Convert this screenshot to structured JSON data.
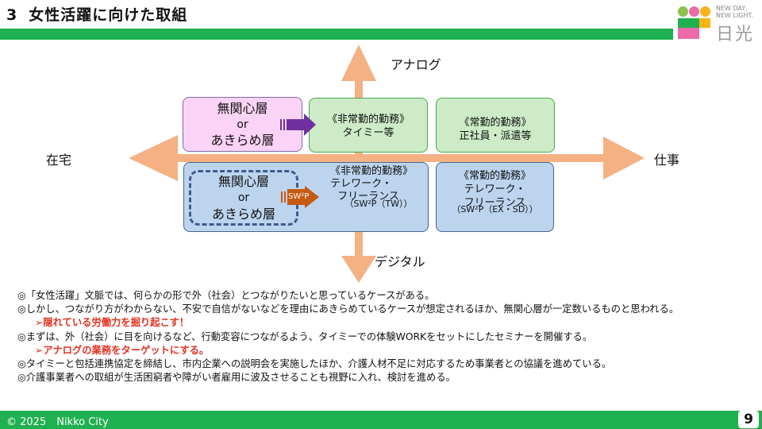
{
  "header": {
    "number": "3",
    "title": "女性活躍に向けた取組"
  },
  "logo": {
    "tagline1": "NEW DAY,",
    "tagline2": "NEW LIGHT.",
    "name": "日光",
    "colors": [
      "#8bc34a",
      "#ec6aa9",
      "#f6b418",
      "#1fb04f",
      "#f6b418",
      "#ec6aa9"
    ]
  },
  "axes": {
    "top": "アナログ",
    "bottom": "デジタル",
    "left": "在宅",
    "right": "仕事",
    "arrow_color": "#f4b183"
  },
  "boxes": {
    "upper_left": {
      "line1": "無関心層",
      "line2": "or",
      "line3": "あきらめ層"
    },
    "upper_mid": {
      "line1": "《非常勤的勤務》",
      "line2": "タイミー等"
    },
    "upper_right": {
      "line1": "《常勤的勤務》",
      "line2": "正社員・派遣等"
    },
    "lower_left": {
      "line1": "無関心層",
      "line2": "or",
      "line3": "あきらめ層"
    },
    "lower_mid": {
      "line1": "《非常勤的勤務》",
      "line2": "テレワーク・",
      "line3": "フリーランス",
      "line4": "（SW²P（TW））"
    },
    "lower_right": {
      "line1": "《常勤的勤務》",
      "line2": "テレワーク・",
      "line3": "フリーランス",
      "line4": "（SW²P（EX・SD））"
    }
  },
  "arrows": {
    "sw2p_label": "SW²P"
  },
  "notes": {
    "l1": "◎「女性活躍」文脈では、何らかの形で外（社会）とつながりたいと思っているケースがある。",
    "l2": "◎しかし、つながり方がわからない、不安で自信がないなどを理由にあきらめているケースが想定されるほか、無関心層が一定数いるものと思われる。",
    "l3": "➢隠れている労働力を掘り起こす！",
    "l4": "◎まずは、外（社会）に目を向けるなど、行動変容につながるよう、タイミーでの体験WORKをセットにしたセミナーを開催する。",
    "l5": "➢アナログの業務をターゲットにする。",
    "l6": "◎タイミーと包括連携協定を締結し、市内企業への説明会を実施したほか、介護人材不足に対応するため事業者との協議を進めている。",
    "l7": "◎介護事業者への取組が生活困窮者や障がい者雇用に波及させることも視野に入れ、検討を進める。"
  },
  "footer": {
    "copyright": "© 2025　Nikko City",
    "page": "9"
  }
}
